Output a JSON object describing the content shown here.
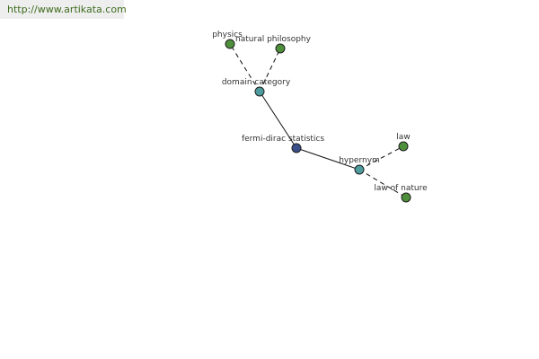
{
  "source": {
    "url_text": "http://www.artikata.com"
  },
  "colors": {
    "center": "#3a4f8a",
    "relation": "#4f9c9e",
    "term": "#4e8f3c"
  },
  "graph": {
    "nodes": [
      {
        "id": "fermi-dirac-statistics",
        "label": "fermi-dirac statistics",
        "kind": "center"
      },
      {
        "id": "domain-category",
        "label": "domain category",
        "kind": "relation"
      },
      {
        "id": "hypernym",
        "label": "hypernym",
        "kind": "relation"
      },
      {
        "id": "physics",
        "label": "physics",
        "kind": "term"
      },
      {
        "id": "natural-philosophy",
        "label": "natural philosophy",
        "kind": "term"
      },
      {
        "id": "law",
        "label": "law",
        "kind": "term"
      },
      {
        "id": "law-of-nature",
        "label": "law of nature",
        "kind": "term"
      }
    ],
    "edges": [
      {
        "from": "fermi-dirac-statistics",
        "to": "domain-category",
        "style": "solid"
      },
      {
        "from": "fermi-dirac-statistics",
        "to": "hypernym",
        "style": "solid"
      },
      {
        "from": "domain-category",
        "to": "physics",
        "style": "dashed"
      },
      {
        "from": "domain-category",
        "to": "natural-philosophy",
        "style": "dashed"
      },
      {
        "from": "hypernym",
        "to": "law",
        "style": "dashed"
      },
      {
        "from": "hypernym",
        "to": "law-of-nature",
        "style": "dashed"
      }
    ]
  }
}
